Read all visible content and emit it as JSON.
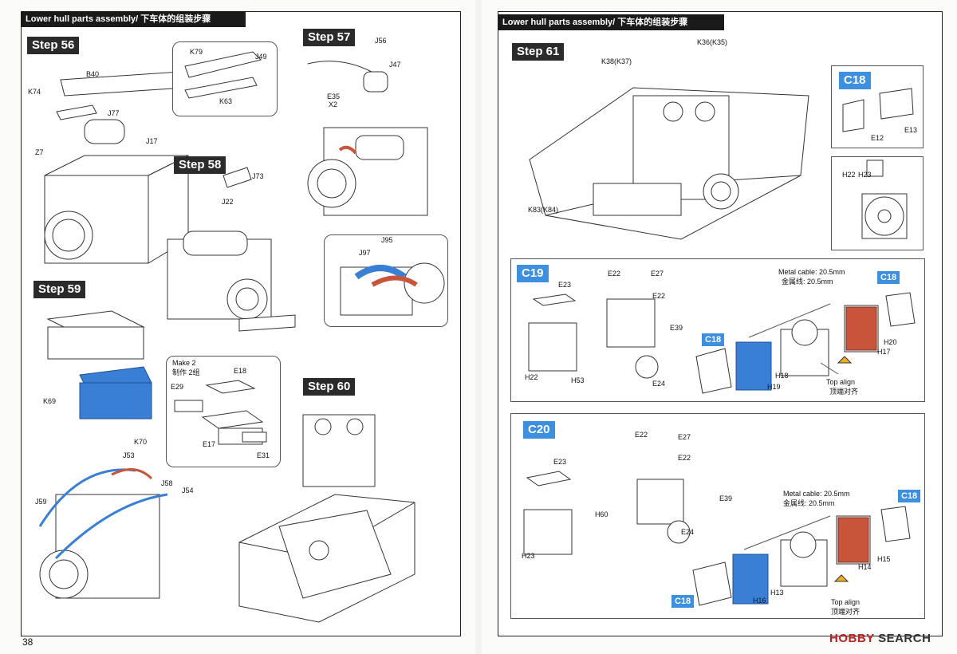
{
  "header": {
    "title": "Lower hull parts assembly/ 下车体的组装步骤"
  },
  "left": {
    "page_number": "38",
    "step56": {
      "label": "Step 56",
      "parts": [
        "B40",
        "K74",
        "J77",
        "J17",
        "Z7"
      ],
      "inset_parts": [
        "K79",
        "J49",
        "K63"
      ]
    },
    "step57": {
      "label": "Step 57",
      "parts": [
        "J56",
        "J47",
        "E35",
        "X2"
      ],
      "inset_parts": [
        "J95",
        "J97"
      ]
    },
    "step58": {
      "label": "Step 58",
      "parts": [
        "J73",
        "J22"
      ]
    },
    "step59": {
      "label": "Step 59",
      "parts": [
        "K69",
        "K70",
        "J53",
        "J58",
        "J54",
        "J59"
      ],
      "inset": {
        "note": "Make 2",
        "note_cn": "制作 2组",
        "parts": [
          "E18",
          "E29",
          "E17",
          "E31"
        ]
      }
    },
    "step60": {
      "label": "Step 60"
    }
  },
  "right": {
    "step61": {
      "label": "Step 61",
      "parts": [
        "K38(K37)",
        "K36(K35)",
        "K83(K84)"
      ]
    },
    "c18_box": {
      "badge": "C18",
      "parts": [
        "E12",
        "E13"
      ]
    },
    "paint_box": {
      "parts": [
        "H22",
        "H23"
      ]
    },
    "c19": {
      "badge": "C19",
      "badge_c18": "C18",
      "badge_c18b": "C18",
      "parts": [
        "E23",
        "E22",
        "E27",
        "E22",
        "E39",
        "H22",
        "H53",
        "E24",
        "H19",
        "H18",
        "H17",
        "H20"
      ],
      "cable": "Metal cable: 20.5mm",
      "cable_cn": "金属线: 20.5mm",
      "align": "Top align",
      "align_cn": "顶端对齐"
    },
    "c20": {
      "badge": "C20",
      "badge_c18": "C18",
      "badge_c18b": "C18",
      "parts": [
        "E23",
        "E22",
        "E27",
        "E22",
        "H60",
        "E39",
        "H23",
        "E24",
        "H13",
        "H16",
        "H14",
        "H15"
      ],
      "cable": "Metal cable: 20.5mm",
      "cable_cn": "金属线: 20.5mm",
      "align": "Top align",
      "align_cn": "顶端对齐"
    },
    "watermark": {
      "hobby": "HOBBY",
      "search": "SEARCH"
    }
  },
  "colors": {
    "highlight_blue": "#3a7fd6",
    "highlight_red": "#c8553a",
    "badge_blue": "#3d8fe0",
    "header_black": "#1a1a1a"
  }
}
